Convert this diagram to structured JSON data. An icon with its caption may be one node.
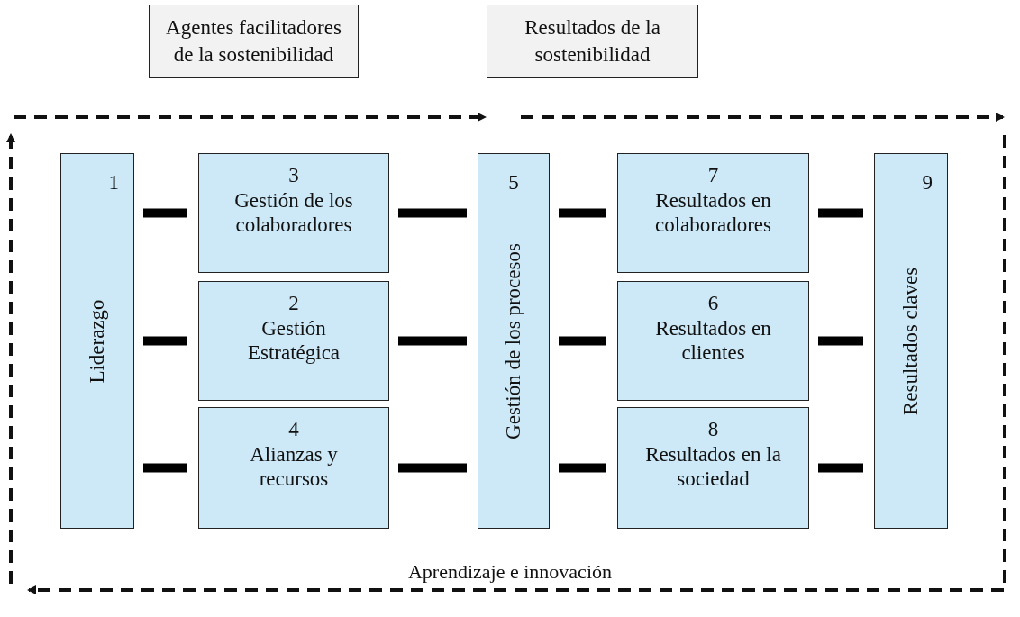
{
  "diagram": {
    "nodes": [
      {
        "text": [
          "Agentes facilitadores de la sostenibilidad"
        ]
      },
      {
        "text": [
          "Resultados de la sostenibilidad"
        ]
      },
      {
        "text": [
          "1",
          "Liderazgo"
        ]
      },
      {
        "text": [
          "3",
          "Gestión de los colaboradores"
        ]
      },
      {
        "text": [
          "2",
          "Gestión Estratégica"
        ]
      },
      {
        "text": [
          "4",
          "Alianzas y recursos"
        ]
      },
      {
        "text": [
          "5",
          "Gestión de los procesos"
        ]
      },
      {
        "text": [
          "7",
          "Resultados en colaboradores"
        ]
      },
      {
        "text": [
          "6",
          "Resultados en clientes"
        ]
      },
      {
        "text": [
          "8",
          "Resultados en la sociedad"
        ]
      },
      {
        "text": [
          "9",
          "Resultados claves"
        ]
      }
    ],
    "edges": [
      {
        "from": 2,
        "to": 3,
        "arrow": "none"
      },
      {
        "from": 2,
        "to": 4,
        "arrow": "none"
      },
      {
        "from": 2,
        "to": 5,
        "arrow": "none"
      },
      {
        "from": 3,
        "to": 6,
        "arrow": "none"
      },
      {
        "from": 4,
        "to": 6,
        "arrow": "none"
      },
      {
        "from": 5,
        "to": 6,
        "arrow": "none"
      },
      {
        "from": 6,
        "to": 7,
        "arrow": "none"
      },
      {
        "from": 6,
        "to": 8,
        "arrow": "none"
      },
      {
        "from": 6,
        "to": 9,
        "arrow": "none"
      },
      {
        "from": 7,
        "to": 10,
        "arrow": "none"
      },
      {
        "from": 8,
        "to": 10,
        "arrow": "none"
      },
      {
        "from": 9,
        "to": 10,
        "arrow": "none"
      }
    ],
    "labels": [
      "Aprendizaje e innovación"
    ]
  }
}
